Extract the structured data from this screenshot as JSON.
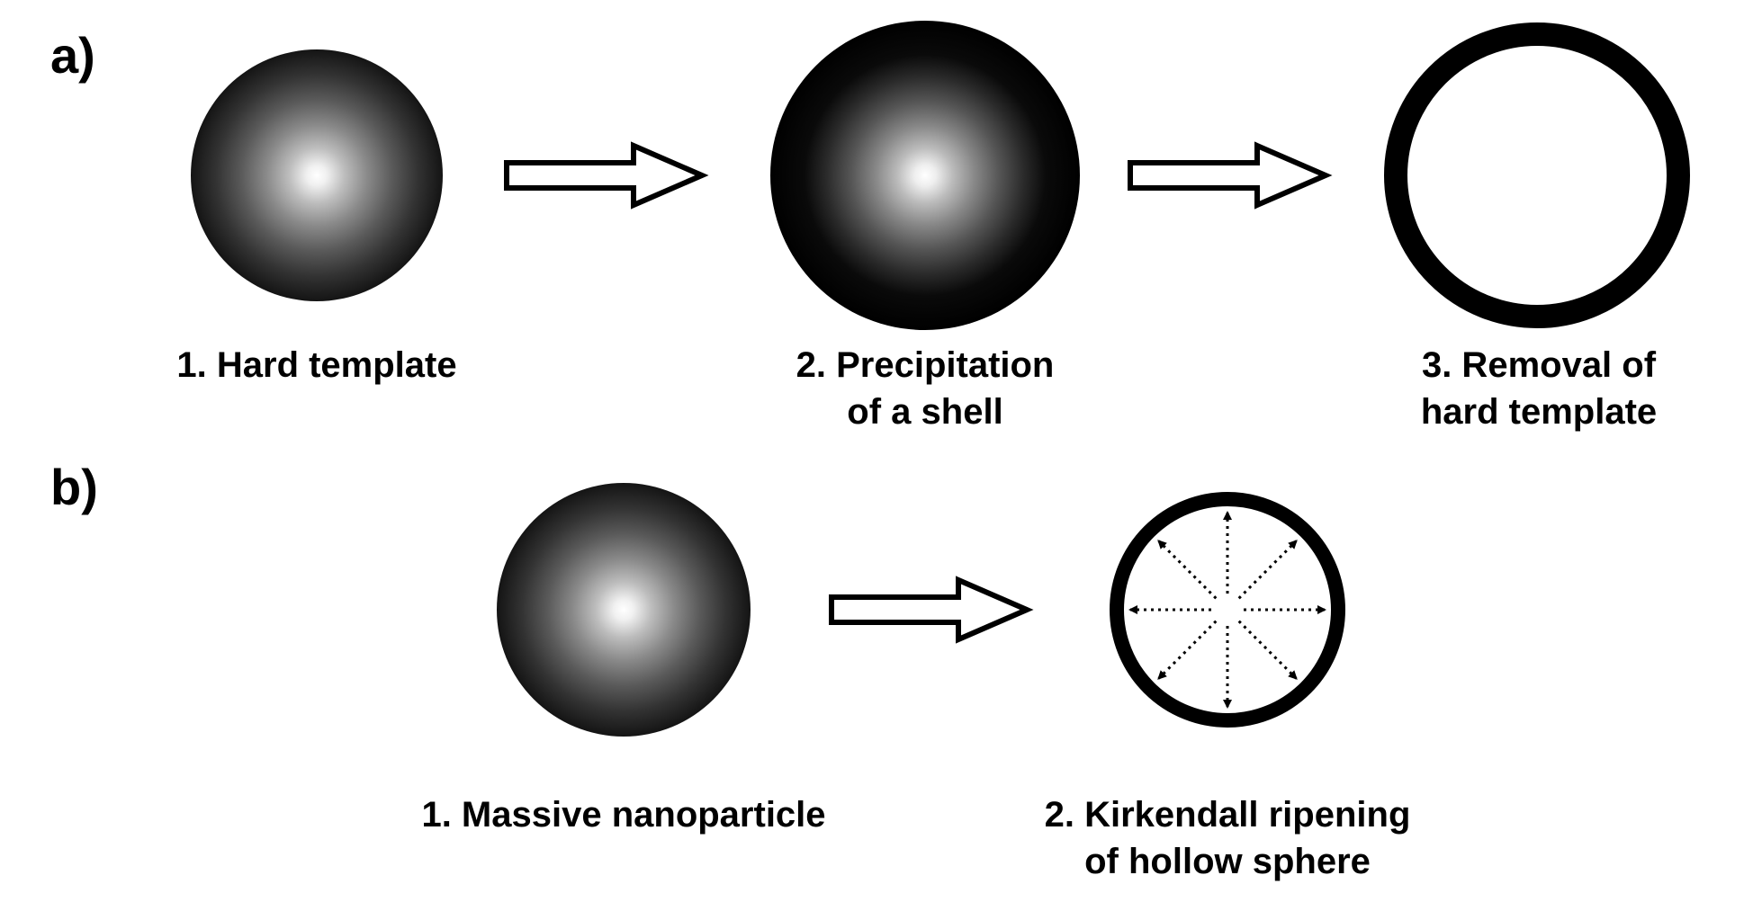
{
  "panels": {
    "a": {
      "label": "a)",
      "steps": [
        {
          "lines": [
            "1. Hard template"
          ]
        },
        {
          "lines": [
            "2. Precipitation",
            "of a shell"
          ]
        },
        {
          "lines": [
            "3. Removal of",
            "hard template"
          ]
        }
      ]
    },
    "b": {
      "label": "b)",
      "steps": [
        {
          "lines": [
            "1. Massive nanoparticle"
          ]
        },
        {
          "lines": [
            "2. Kirkendall ripening",
            "of hollow sphere"
          ]
        }
      ]
    }
  },
  "colors": {
    "ink": "#000000",
    "sphere_center": "#ffffff",
    "sphere_edge": "#111111",
    "background": "#ffffff"
  }
}
